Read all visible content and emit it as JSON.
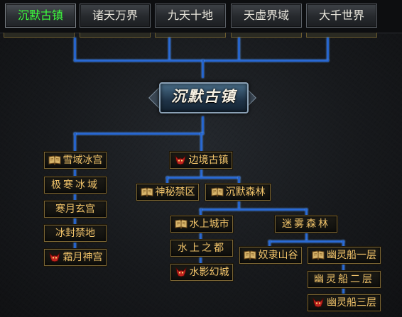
{
  "tabs": [
    {
      "label": "沉默古镇",
      "active": true
    },
    {
      "label": "诸天万界",
      "active": false
    },
    {
      "label": "九天十地",
      "active": false
    },
    {
      "label": "天虚界域",
      "active": false
    },
    {
      "label": "大千世界",
      "active": false
    }
  ],
  "center": {
    "title": "沉默古镇"
  },
  "nodes": {
    "xueyu": {
      "label": "雪域冰宫",
      "icon": "scroll-icon"
    },
    "jihan": {
      "label": "极寒冰域",
      "icon": ""
    },
    "hanyue": {
      "label": "寒月玄宫",
      "icon": ""
    },
    "bingfeng": {
      "label": "冰封禁地",
      "icon": ""
    },
    "shuangyue": {
      "label": "霜月神宫",
      "icon": "demon-icon"
    },
    "bianjing": {
      "label": "边境古镇",
      "icon": "demon-icon"
    },
    "shenmi": {
      "label": "神秘禁区",
      "icon": "scroll-icon"
    },
    "senlin": {
      "label": "沉默森林",
      "icon": "scroll-icon"
    },
    "shuishang": {
      "label": "水上城市",
      "icon": "scroll-icon"
    },
    "miwu": {
      "label": "迷雾森林",
      "icon": ""
    },
    "shuishangzhidu": {
      "label": "水上之都",
      "icon": ""
    },
    "shuiying": {
      "label": "水影幻城",
      "icon": "demon-icon"
    },
    "nuli": {
      "label": "奴隶山谷",
      "icon": "scroll-icon"
    },
    "youling1": {
      "label": "幽灵船一层",
      "icon": "scroll-icon"
    },
    "youling2": {
      "label": "幽灵船二层",
      "icon": ""
    },
    "youling3": {
      "label": "幽灵船三层",
      "icon": "demon-icon"
    }
  }
}
